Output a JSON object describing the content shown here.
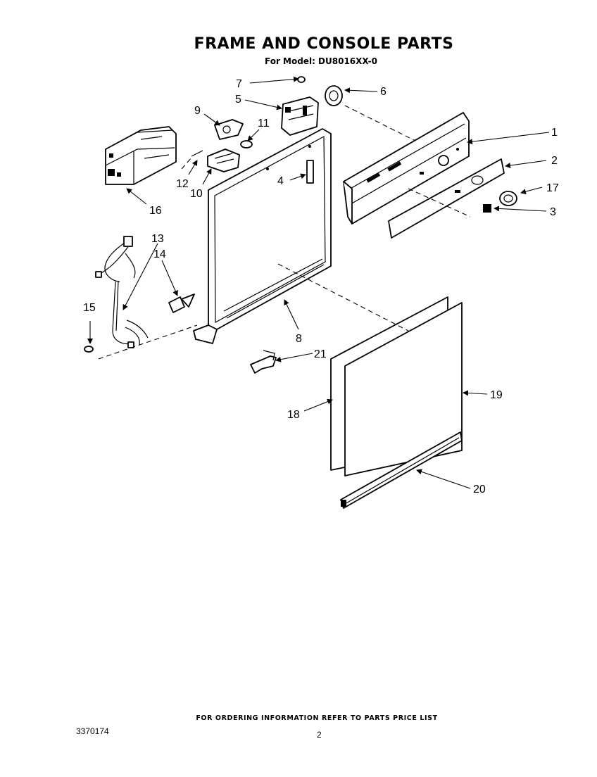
{
  "header": {
    "title": "FRAME AND CONSOLE PARTS",
    "model_line": "For Model: DU8016XX-0"
  },
  "callouts": {
    "c1": "1",
    "c2": "2",
    "c3": "3",
    "c4": "4",
    "c5": "5",
    "c6": "6",
    "c7": "7",
    "c8": "8",
    "c9": "9",
    "c10": "10",
    "c11": "11",
    "c12": "12",
    "c13": "13",
    "c14": "14",
    "c15": "15",
    "c16": "16",
    "c17": "17",
    "c18": "18",
    "c19": "19",
    "c20": "20",
    "c21": "21"
  },
  "footer": {
    "ordering_note": "FOR ORDERING INFORMATION REFER TO PARTS PRICE LIST",
    "doc_number": "3370174",
    "page_number": "2"
  }
}
